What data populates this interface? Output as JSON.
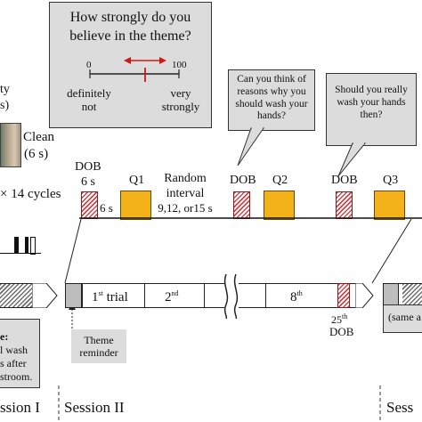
{
  "top_box": {
    "question": "How strongly do you believe in the theme?",
    "scale_min": "0",
    "scale_max": "100",
    "left_anchor": "definitely not",
    "right_anchor": "very strongly"
  },
  "callouts": {
    "q1": "Can you think of reasons why you should wash your hands?",
    "q2": "Should you really wash your hands then?"
  },
  "left_panel": {
    "partial_ty": "ty",
    "partial_s": "s)",
    "clean_label": "Clean",
    "clean_duration": "(6 s)",
    "cycles": "× 14 cycles",
    "partial_box_heading": "e:",
    "partial_box_line1": "l wash",
    "partial_box_line2": "s after",
    "partial_box_line3": "stroom."
  },
  "timeline": {
    "dob_label": "DOB",
    "dob_duration": "6 s",
    "gap_duration": "6 s",
    "q1": "Q1",
    "q2": "Q2",
    "q3": "Q3",
    "random_interval_line1": "Random",
    "random_interval_line2": "interval",
    "random_interval_line3": "9,12, or15 s"
  },
  "session_bar": {
    "first_trial": "1st trial",
    "first_num": "1",
    "first_sup": "st",
    "first_rest": " trial",
    "second_num": "2",
    "second_sup": "nd",
    "eighth_num": "8",
    "eighth_sup": "th",
    "dob25_num": "25",
    "dob25_sup": "th",
    "dob25_label": "DOB",
    "right_partial": "(same a"
  },
  "theme_reminder": "Theme reminder",
  "sessions": {
    "s1": "ssion I",
    "s2": "Session II",
    "s3": "Sess"
  }
}
